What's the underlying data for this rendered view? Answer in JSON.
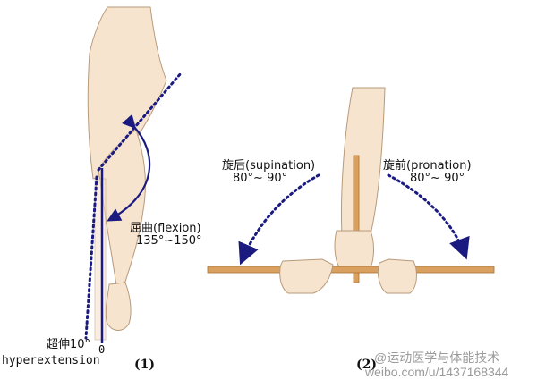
{
  "figure1": {
    "flexion_label": "屈曲(flexion)",
    "flexion_range": "135°~150°",
    "hyperext_cn": "超伸10°",
    "zero_mark": "0",
    "hyperext_en": "hyperextension",
    "number": "(1)"
  },
  "figure2": {
    "supination_label": "旋后(supination)",
    "supination_range": "80°~ 90°",
    "pronation_label": "旋前(pronation)",
    "pronation_range": "80°~ 90°",
    "number": "(2)"
  },
  "watermark": {
    "line1": "@运动医学与体能技术",
    "line2": "weibo.com/u/1437168344"
  },
  "colors": {
    "skin": "#f7e4cf",
    "skin_outline": "#b89a7a",
    "arrow": "#1a1a80",
    "stick": "#d9a060"
  }
}
